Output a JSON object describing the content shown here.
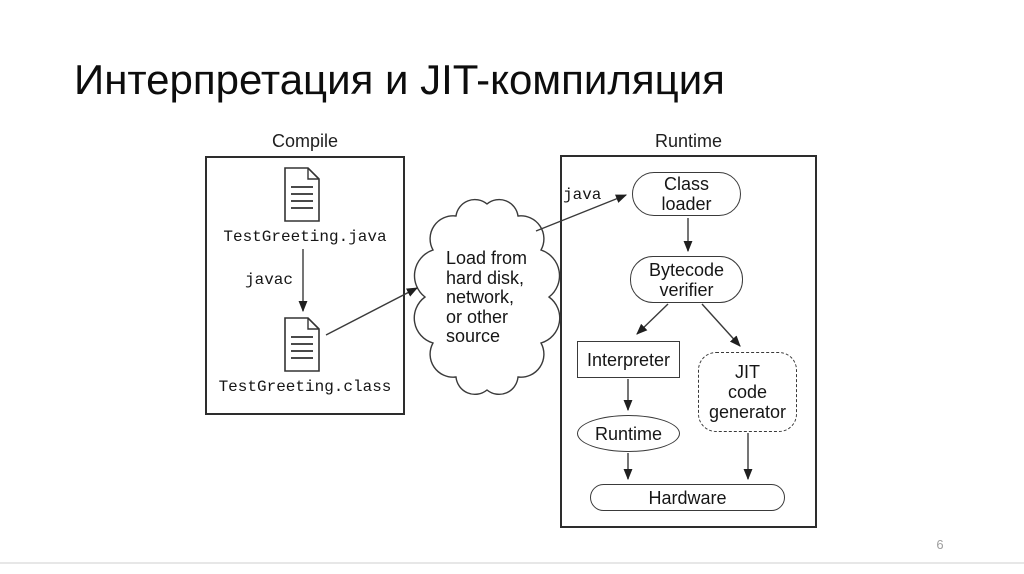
{
  "slide": {
    "title": "Интерпретация и JIT-компиляция",
    "page_number": "6"
  },
  "colors": {
    "diagram_stroke": "#3a3a3a",
    "frame_stroke": "#2d2d2d",
    "text": "#161616",
    "page_number_gray": "#9e9e9e",
    "divider_gray": "#e7e7e7"
  },
  "diagram": {
    "compile": {
      "label": "Compile",
      "source_file": "TestGreeting.java",
      "compiler_command": "javac",
      "class_file": "TestGreeting.class"
    },
    "cloud": {
      "lines": [
        "Load from",
        "hard disk,",
        "network,",
        "or other",
        "source"
      ]
    },
    "transfer_label": "java",
    "runtime": {
      "label": "Runtime",
      "nodes": {
        "class_loader": "Class\nloader",
        "bytecode_verifier": "Bytecode\nverifier",
        "interpreter": "Interpreter",
        "jit": "JIT\ncode\ngenerator",
        "runtime": "Runtime",
        "hardware": "Hardware"
      }
    }
  }
}
